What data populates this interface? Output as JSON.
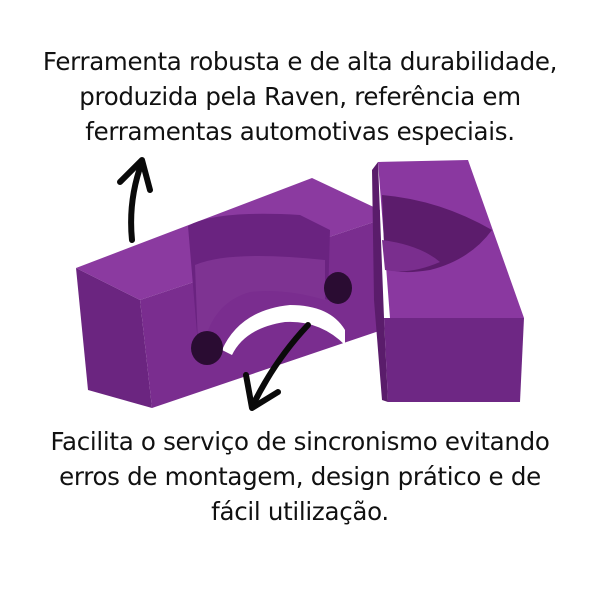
{
  "captions": {
    "top": {
      "lines": [
        "Ferramenta robusta e de alta durabilidade,",
        "produzida pela Raven, referência em",
        "ferramentas automotivas especiais."
      ]
    },
    "bottom": {
      "lines": [
        "Facilita o serviço de sincronismo evitando",
        "erros de montagem, design prático e de",
        "fácil utilização."
      ]
    }
  },
  "product": {
    "name": "purple-tool-blocks",
    "color_main": "#7a2d8c",
    "color_light": "#8c3a9e",
    "color_dark": "#5e1f6e",
    "color_hole": "#2a0c32"
  },
  "arrows": {
    "color": "#0a0a0a",
    "up": "arrow-up",
    "down": "arrow-down-left"
  }
}
